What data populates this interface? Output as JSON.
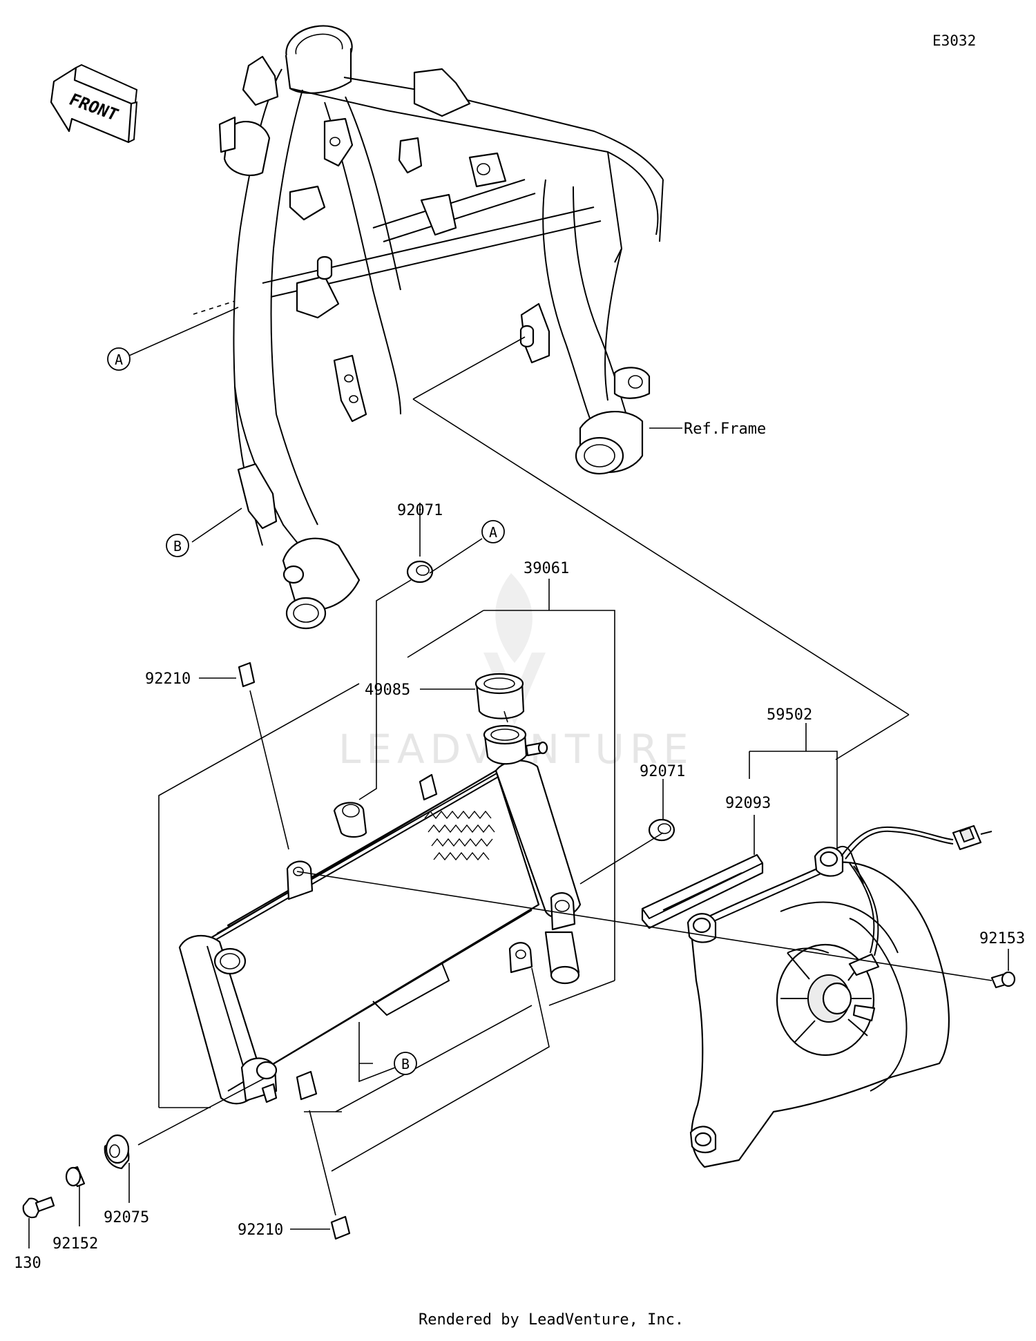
{
  "diagram_code": "E3032",
  "front_label": "FRONT",
  "ref_frame": "Ref.Frame",
  "callouts": {
    "a_top": "A",
    "b_top": "B",
    "a_mid": "A",
    "b_low": "B"
  },
  "parts": {
    "p92071_top": "92071",
    "p39061": "39061",
    "p92210_top": "92210",
    "p49085": "49085",
    "p59502": "59502",
    "p92071_mid": "92071",
    "p92093": "92093",
    "p92153": "92153",
    "p92075": "92075",
    "p92152": "92152",
    "p130": "130",
    "p92210_bot": "92210"
  },
  "watermark": "LEADVENTURE",
  "footer": "Rendered by LeadVenture, Inc."
}
